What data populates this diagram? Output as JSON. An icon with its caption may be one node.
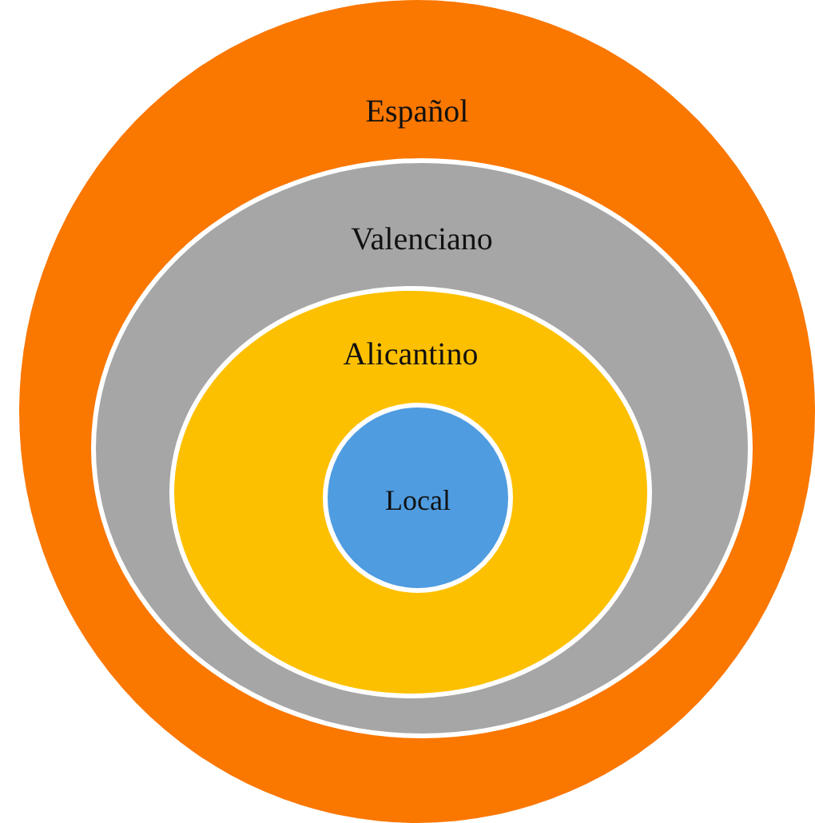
{
  "diagram": {
    "nodes": [
      {
        "text": [
          "Español"
        ]
      },
      {
        "text": [
          "Valenciano"
        ],
        "in": 0
      },
      {
        "text": [
          "Alicantino"
        ],
        "in": 1
      },
      {
        "text": [
          "Local"
        ],
        "in": 2
      }
    ]
  }
}
